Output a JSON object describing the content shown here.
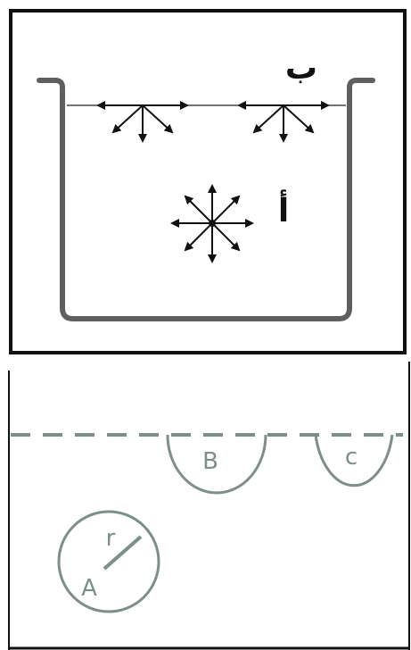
{
  "top_figure": {
    "label_surface": "ب",
    "label_inside": "أ"
  },
  "bottom_figure": {
    "label_a": "A",
    "label_b": "B",
    "label_c": "c",
    "label_radius": "r"
  },
  "colors": {
    "ink": "#111111",
    "container": "#5f5f5f",
    "teal_gray": "#7d8f8b"
  }
}
